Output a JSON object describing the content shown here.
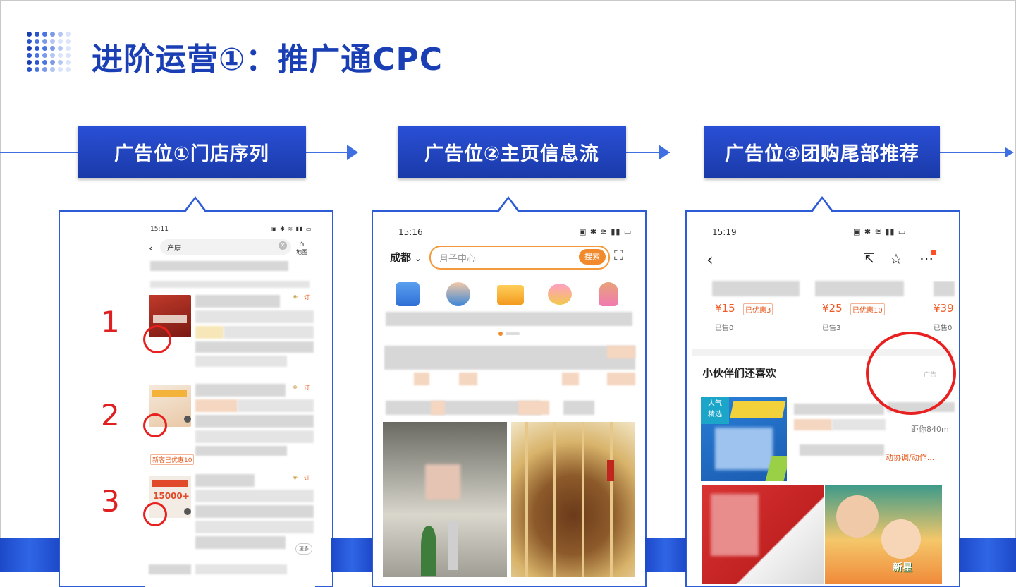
{
  "slide": {
    "title": "进阶运营①：推广通CPC"
  },
  "flow": {
    "steps": [
      {
        "label": "广告位①门店序列"
      },
      {
        "label": "广告位②主页信息流"
      },
      {
        "label": "广告位③团购尾部推荐"
      }
    ]
  },
  "phone1": {
    "status_time": "15:11",
    "search_query": "产康",
    "map_label": "地图",
    "rank_numbers": [
      "1",
      "2",
      "3"
    ],
    "thumb_texts": [
      "15000+"
    ],
    "new_store_tag": "新客已优惠10",
    "more_label": "更多"
  },
  "phone2": {
    "status_time": "15:16",
    "city": "成都",
    "search_placeholder": "月子中心",
    "search_button": "搜索"
  },
  "phone3": {
    "status_time": "15:19",
    "deals": [
      {
        "price": "¥15",
        "discount": "已优惠3",
        "sold": "已售0"
      },
      {
        "price": "¥25",
        "discount": "已优惠10",
        "sold": "已售3"
      },
      {
        "price": "¥39",
        "discount": "",
        "sold": "已售0"
      }
    ],
    "section_title": "小伙伴们还喜欢",
    "ad_label": "广告",
    "distance": "距你840m",
    "tag_text": "动协调/动作...",
    "popular_badge": [
      "人气",
      "精选"
    ],
    "cover_text": "新星"
  },
  "colors": {
    "title_blue": "#1a3fb5",
    "accent_blue": "#2e5bd6",
    "mark_red": "#e02020",
    "orange": "#f08a2c"
  }
}
